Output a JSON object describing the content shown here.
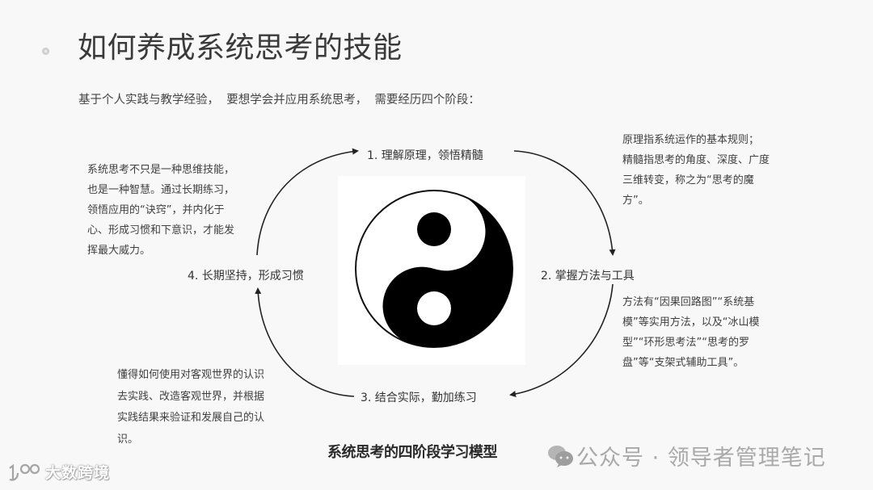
{
  "header": {
    "title": "如何养成系统思考的技能",
    "subtitle": "基于个人实践与教学经验，  要想学会并应用系统思考，  需要经历四个阶段："
  },
  "diagram": {
    "center_icon": "yin-yang-icon",
    "stages": [
      {
        "label": "1. 理解原理，领悟精髓"
      },
      {
        "label": "2. 掌握方法与工具"
      },
      {
        "label": "3. 结合实际，勤加练习"
      },
      {
        "label": "4. 长期坚持，形成习惯"
      }
    ],
    "notes": {
      "top_left": [
        "系统思考不只是一种思维技能，",
        "也是一种智慧。通过长期练习，",
        "领悟应用的“诀窍”，并内化于",
        "心、形成习惯和下意识，才能发",
        "挥最大威力。"
      ],
      "top_right": [
        "原理指系统运作的基本规则；",
        "精髓指思考的角度、深度、广度",
        "三维转变，称之为“思考的魔",
        "方”。"
      ],
      "bottom_right": [
        "方法有“因果回路图”“系统基",
        "模”等实用方法，以及“冰山模",
        "型”“环形思考法”“思考的罗",
        "盘”等“支架式辅助工具”。"
      ],
      "bottom_left": [
        "懂得如何使用对客观世界的认识",
        "去实践、改造客观世界，并根据",
        "实践结果来验证和发展自己的认",
        "识。"
      ]
    },
    "caption": "系统思考的四阶段学习模型"
  },
  "watermark": {
    "icon": "wechat-icon",
    "text": "公众号 · 领导者管理笔记"
  },
  "logo": {
    "mark": "100-logo-icon",
    "text": "大数跨境"
  },
  "colors": {
    "background": "#f8f8f8",
    "text": "#333333",
    "watermark": "#a9a9a9",
    "arrow": "#222222"
  }
}
